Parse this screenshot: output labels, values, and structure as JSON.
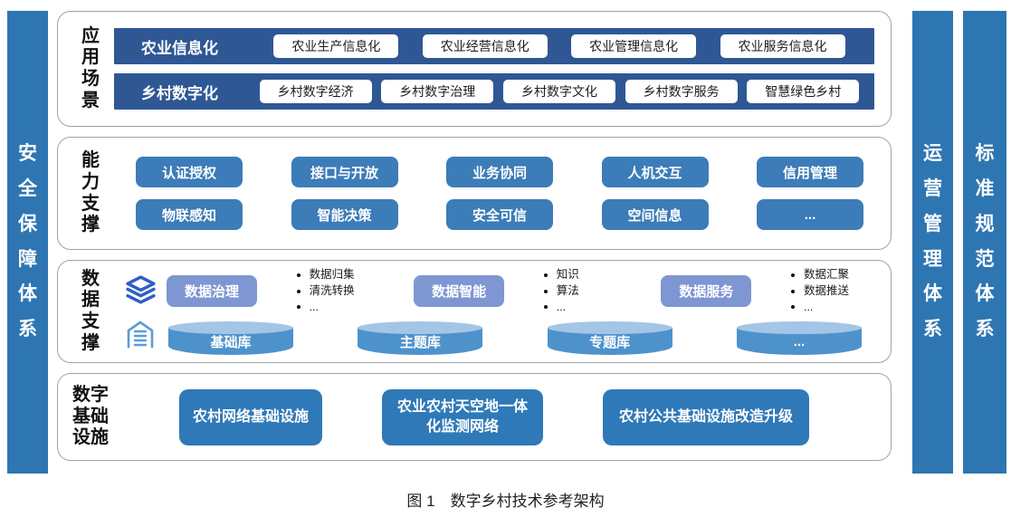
{
  "caption": "图 1　数字乡村技术参考架构",
  "side_bars": {
    "left": "安全保障体系",
    "right1": "运营管理体系",
    "right2": "标准规范体系"
  },
  "sections": {
    "application": {
      "label": "应用场景",
      "rows": [
        {
          "title": "农业信息化",
          "pills": [
            "农业生产信息化",
            "农业经营信息化",
            "农业管理信息化",
            "农业服务信息化"
          ]
        },
        {
          "title": "乡村数字化",
          "pills": [
            "乡村数字经济",
            "乡村数字治理",
            "乡村数字文化",
            "乡村数字服务",
            "智慧绿色乡村"
          ]
        }
      ]
    },
    "capability": {
      "label": "能力支撑",
      "buttons": [
        "认证授权",
        "接口与开放",
        "业务协同",
        "人机交互",
        "信用管理",
        "物联感知",
        "智能决策",
        "安全可信",
        "空间信息",
        "..."
      ]
    },
    "data": {
      "label": "数据支撑",
      "icons": [
        "layers-icon",
        "data-warehouse-icon"
      ],
      "groups": [
        {
          "button": "数据治理",
          "bullets": [
            "数据归集",
            "清洗转换",
            "..."
          ]
        },
        {
          "button": "数据智能",
          "bullets": [
            "知识",
            "算法",
            "..."
          ]
        },
        {
          "button": "数据服务",
          "bullets": [
            "数据汇聚",
            "数据推送",
            "..."
          ]
        }
      ],
      "cylinders": [
        "基础库",
        "主题库",
        "专题库",
        "..."
      ]
    },
    "infrastructure": {
      "label": "数字基础设施",
      "buttons": [
        "农村网络基础设施",
        "农业农村天空地一体化监测网络",
        "农村公共基础设施改造升级"
      ]
    }
  },
  "colors": {
    "side_bar": "#2e76b2",
    "navy_bar": "#2e5794",
    "capability_button": "#3c7cb8",
    "data_button": "#7e96d2",
    "cylinder_body": "#4e92cc",
    "cylinder_top": "#a4c5e7",
    "infrastructure_button": "#2f79b8",
    "box_border": "#a3a3a3",
    "layers_icon": "#2d5fc4",
    "warehouse_icon": "#5b9bd9"
  }
}
